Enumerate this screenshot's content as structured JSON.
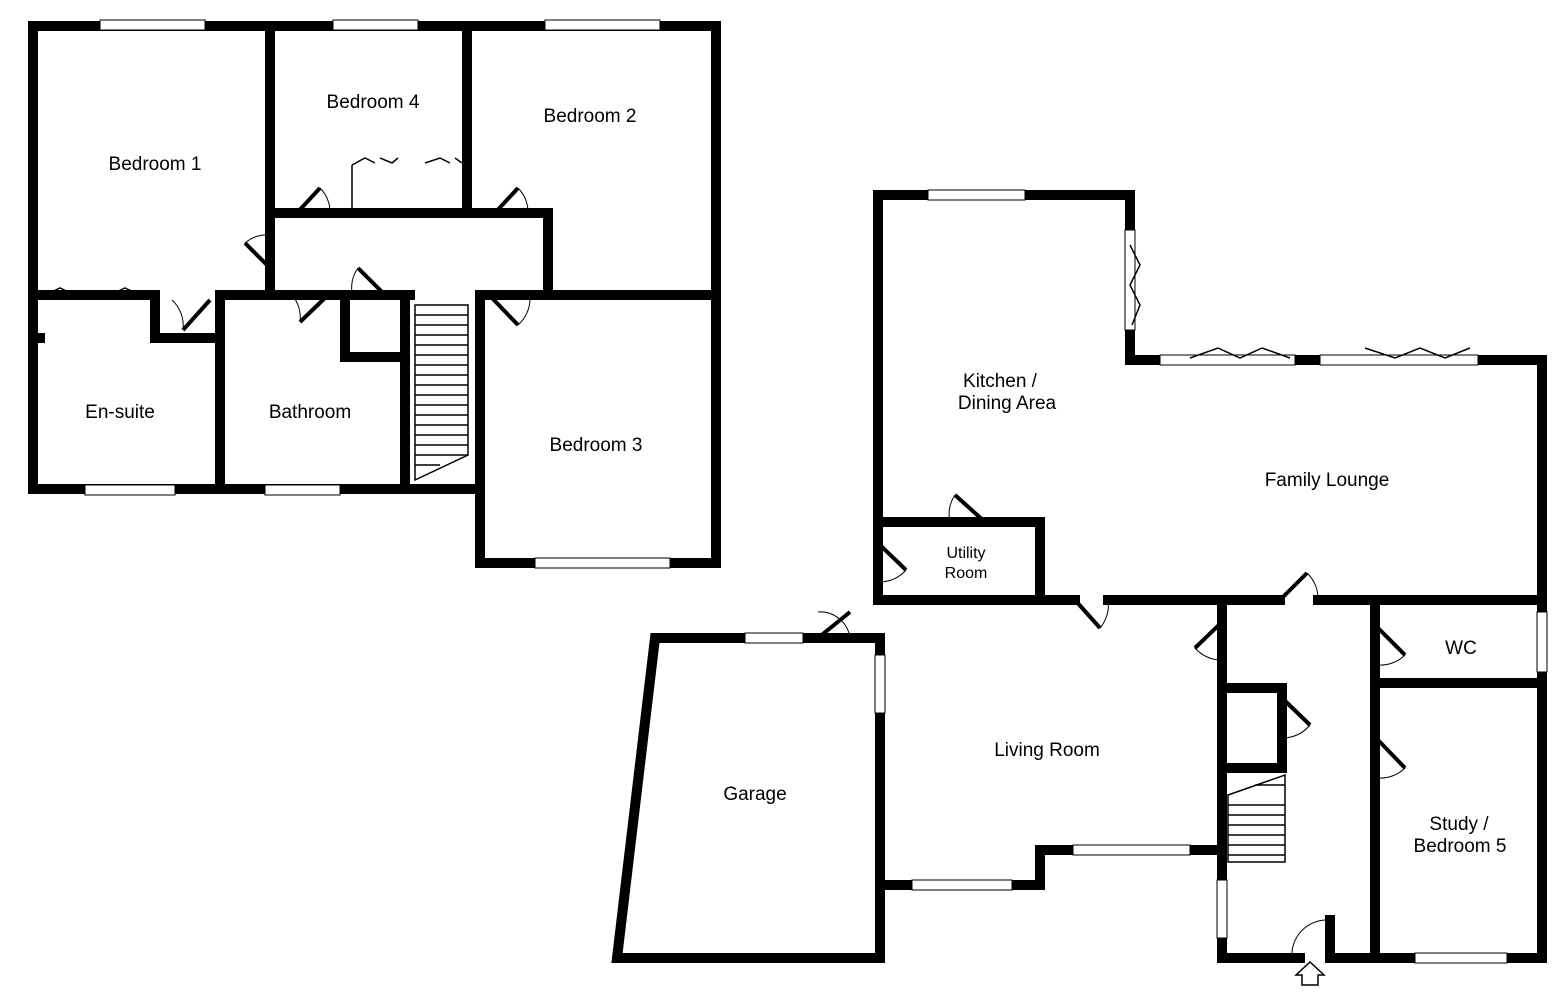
{
  "first_floor": {
    "rooms": {
      "bedroom1": "Bedroom 1",
      "bedroom4": "Bedroom 4",
      "bedroom2": "Bedroom 2",
      "bedroom3": "Bedroom 3",
      "ensuite": "En-suite",
      "bathroom": "Bathroom"
    }
  },
  "ground_floor": {
    "rooms": {
      "kitchen_line1": "Kitchen /",
      "kitchen_line2": "Dining Area",
      "family_lounge": "Family Lounge",
      "utility_line1": "Utility",
      "utility_line2": "Room",
      "wc": "WC",
      "living_room": "Living Room",
      "garage": "Garage",
      "study_line1": "Study /",
      "study_line2": "Bedroom 5"
    }
  }
}
